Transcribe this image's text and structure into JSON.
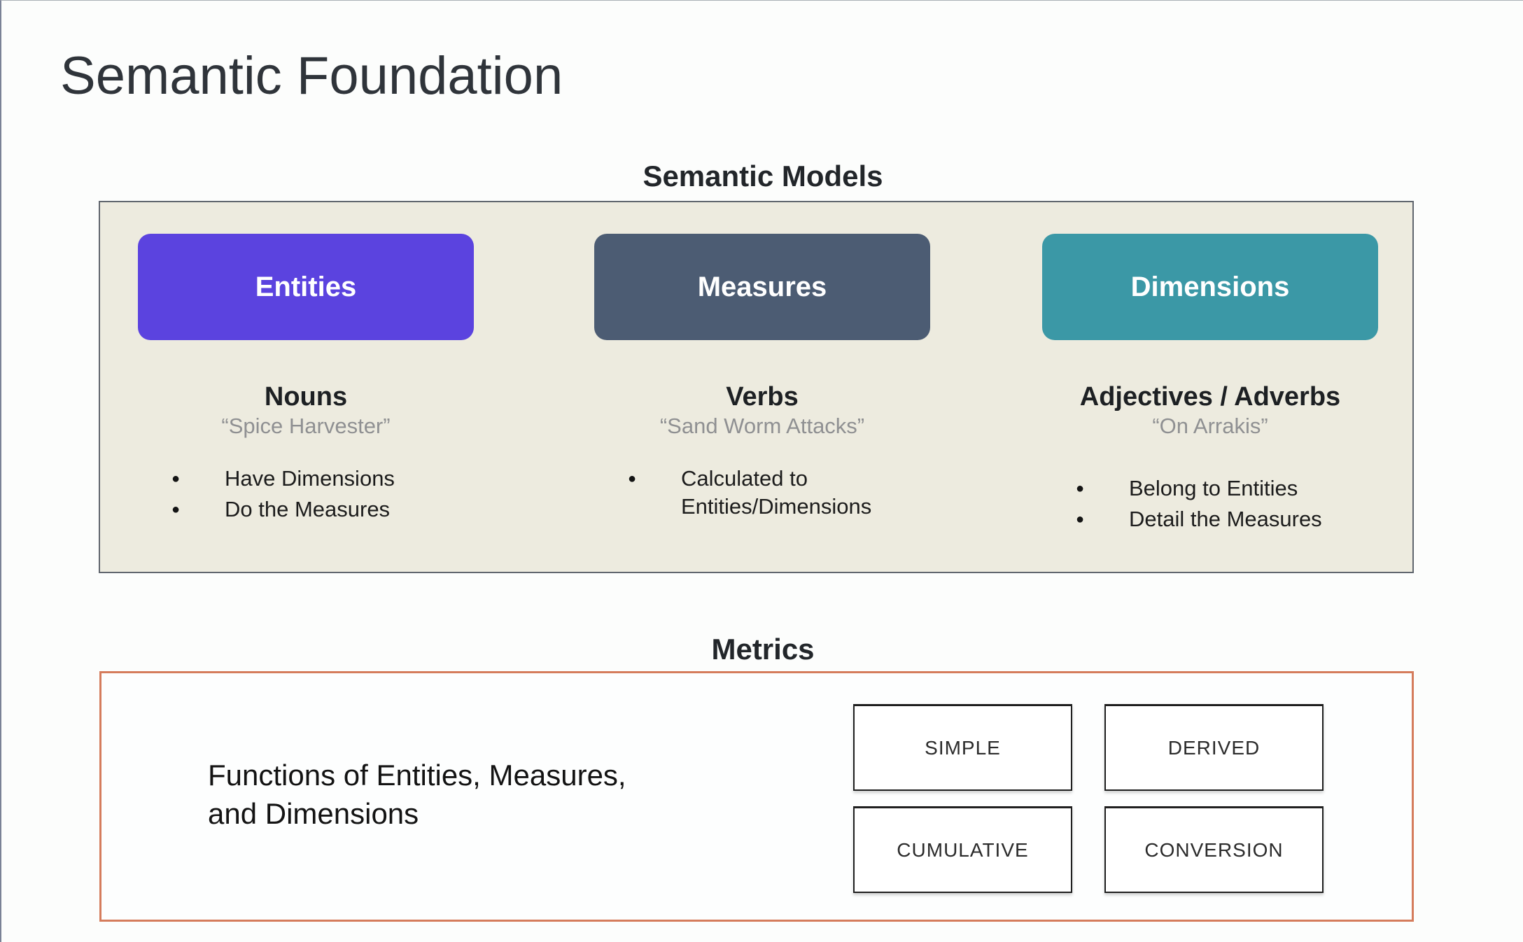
{
  "page": {
    "title": "Semantic Foundation"
  },
  "colors": {
    "models_box_bg": "#edebdf",
    "models_box_border": "#60666e",
    "metrics_box_border": "#d57c5c",
    "entities": "#5b43df",
    "measures": "#4c5c73",
    "dimensions": "#3b98a6"
  },
  "semantic_models": {
    "heading": "Semantic Models",
    "columns": [
      {
        "button": "Entities",
        "color": "#5b43df",
        "subtitle": "Nouns",
        "quote": "“Spice Harvester”",
        "bullets": [
          "Have Dimensions",
          "Do the Measures"
        ]
      },
      {
        "button": "Measures",
        "color": "#4c5c73",
        "subtitle": "Verbs",
        "quote": "“Sand Worm Attacks”",
        "bullets": [
          "Calculated to Entities/Dimensions"
        ]
      },
      {
        "button": "Dimensions",
        "color": "#3b98a6",
        "subtitle": "Adjectives / Adverbs",
        "quote": "“On Arrakis”",
        "bullets": [
          "Belong to Entities",
          "Detail the Measures"
        ]
      }
    ]
  },
  "metrics": {
    "heading": "Metrics",
    "description": "Functions of Entities, Measures,\nand Dimensions",
    "types": [
      "SIMPLE",
      "DERIVED",
      "CUMULATIVE",
      "CONVERSION"
    ]
  }
}
